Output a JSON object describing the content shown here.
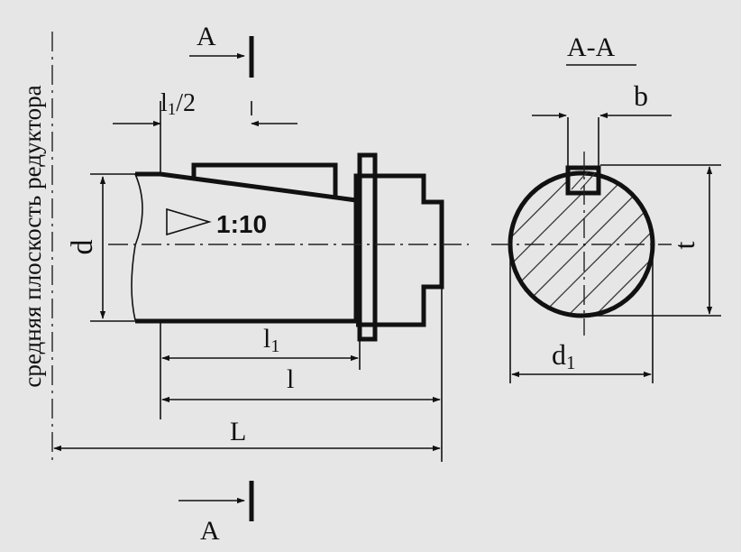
{
  "vertical_label": "средняя плоскость редуктора",
  "section_marker": "A",
  "section_title": "А-А",
  "taper_ratio": "1:10",
  "dimensions": {
    "half_step_base": "l",
    "half_step_sub": "1",
    "half_step_suffix": "/2",
    "d": "d",
    "l1_base": "l",
    "l1_sub": "1",
    "l": "l",
    "L": "L",
    "b": "b",
    "t": "t",
    "d1_base": "d",
    "d1_sub": "1"
  },
  "colors": {
    "paper": "#e6e6e6",
    "ink": "#111111",
    "hatch": "#333333"
  }
}
